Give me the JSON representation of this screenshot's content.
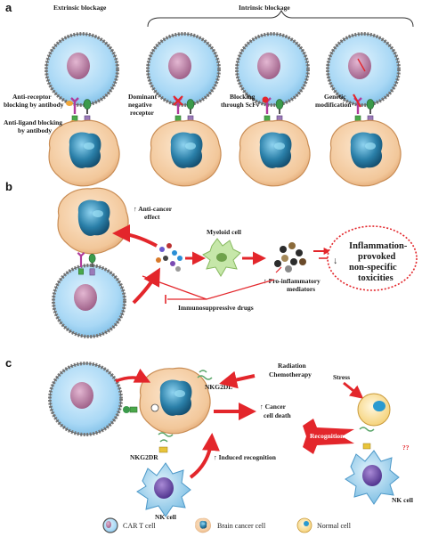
{
  "panel_a": {
    "label": "a",
    "extrinsic_title": "Extrinsic blockage",
    "intrinsic_title": "Intrinsic blockage",
    "anti_receptor_1": "Anti-receptor",
    "anti_receptor_2": "blocking by antibody",
    "anti_ligand_1": "Anti-ligand blocking",
    "anti_ligand_2": "by antibody",
    "dominant_1": "Dominant",
    "dominant_2": "negative",
    "dominant_3": "receptor",
    "blocking_1": "Blocking",
    "blocking_2": "through ScFv",
    "genetic_1": "Genetic",
    "genetic_2": "modification"
  },
  "panel_b": {
    "label": "b",
    "anticancer_1": "↑ Anti-cancer",
    "anticancer_2": "effect",
    "myeloid": "Myeloid cell",
    "proinflam_1": "↑ Pro-inflammatory",
    "proinflam_2": "mediators",
    "immuno": "Immunosuppressive drugs",
    "toxic_1": "Inflammation-",
    "toxic_2": "provoked",
    "toxic_3": "non-specific",
    "toxic_4": "toxicities",
    "toxic_arrow": "↓"
  },
  "panel_c": {
    "label": "c",
    "radiation": "Radiation",
    "chemo": "Chemotherapy",
    "nkg2dl": "NKG2DL",
    "cancer_death_1": "↑ Cancer",
    "cancer_death_2": "cell death",
    "induced": "↑ Induced recognition",
    "nkg2dr": "NKG2DR",
    "nk_cell_left": "NK cell",
    "stress": "Stress",
    "recognition": "Recognition",
    "qq": "??",
    "nk_cell_right": "NK cell"
  },
  "legend": {
    "car_t": "CAR T cell",
    "brain_cancer": "Brain cancer cell",
    "normal": "Normal cell"
  },
  "colors": {
    "cell_blue": "#a9d8f5",
    "nucleus_pink": "#b67ba0",
    "membrane": "#8a8a8a",
    "cancer_orange": "#f2c79a",
    "cancer_nucleus": "#2a7fa8",
    "arrow_red": "#e3262b",
    "normal_yellow": "#fbe3a3",
    "nk_blue": "#9fd1ee"
  }
}
